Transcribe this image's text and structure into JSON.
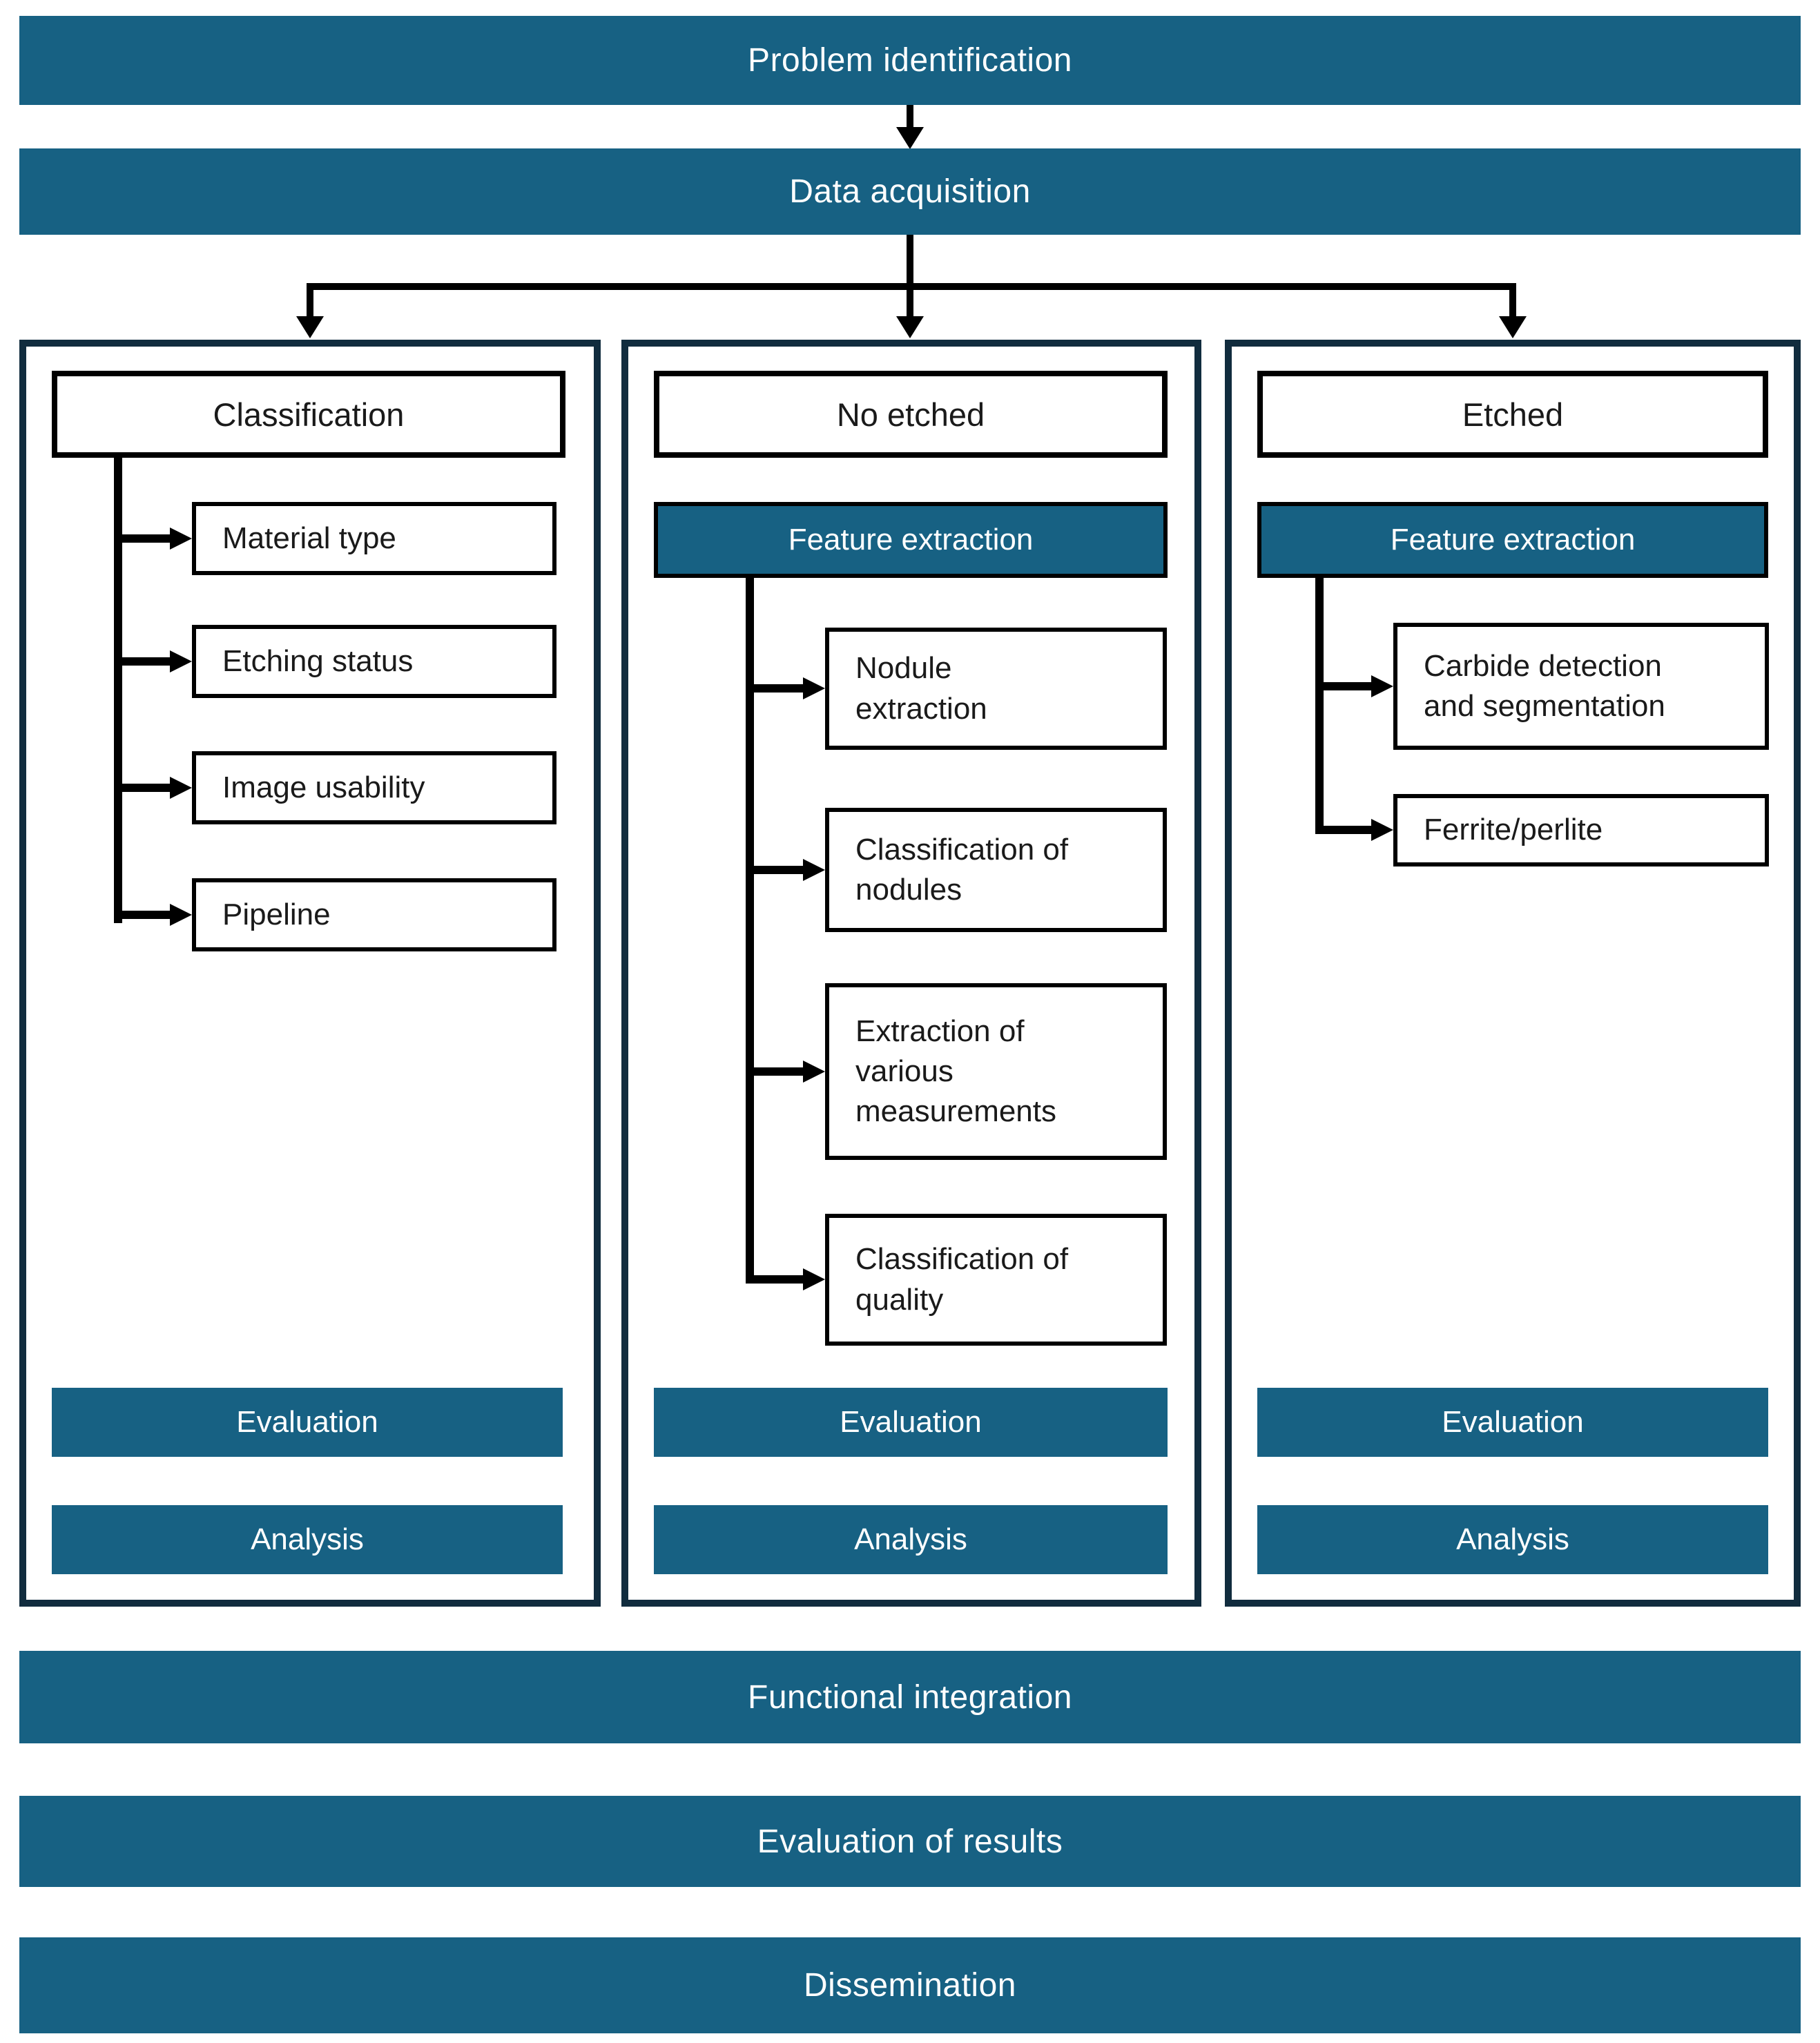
{
  "colors": {
    "teal": "#176183",
    "panel_border": "#112C3E",
    "connector": "#000000",
    "box_border": "#000000",
    "text_dark": "#1A1A1A",
    "text_light": "#FFFFFF"
  },
  "flow": {
    "problem_identification": "Problem identification",
    "data_acquisition": "Data acquisition",
    "functional_integration": "Functional integration",
    "evaluation_of_results": "Evaluation of results",
    "dissemination": "Dissemination"
  },
  "columns": [
    {
      "header": "Classification",
      "items": [
        "Material type",
        "Etching status",
        "Image usability",
        "Pipeline"
      ],
      "evaluation": "Evaluation",
      "analysis": "Analysis"
    },
    {
      "header": "No etched",
      "feature_extraction": "Feature extraction",
      "items": [
        "Nodule\nextraction",
        "Classification of\nnodules",
        "Extraction of\nvarious\nmeasurements",
        "Classification of\nquality"
      ],
      "evaluation": "Evaluation",
      "analysis": "Analysis"
    },
    {
      "header": "Etched",
      "feature_extraction": "Feature extraction",
      "items": [
        "Carbide detection\nand segmentation",
        "Ferrite/perlite"
      ],
      "evaluation": "Evaluation",
      "analysis": "Analysis"
    }
  ]
}
